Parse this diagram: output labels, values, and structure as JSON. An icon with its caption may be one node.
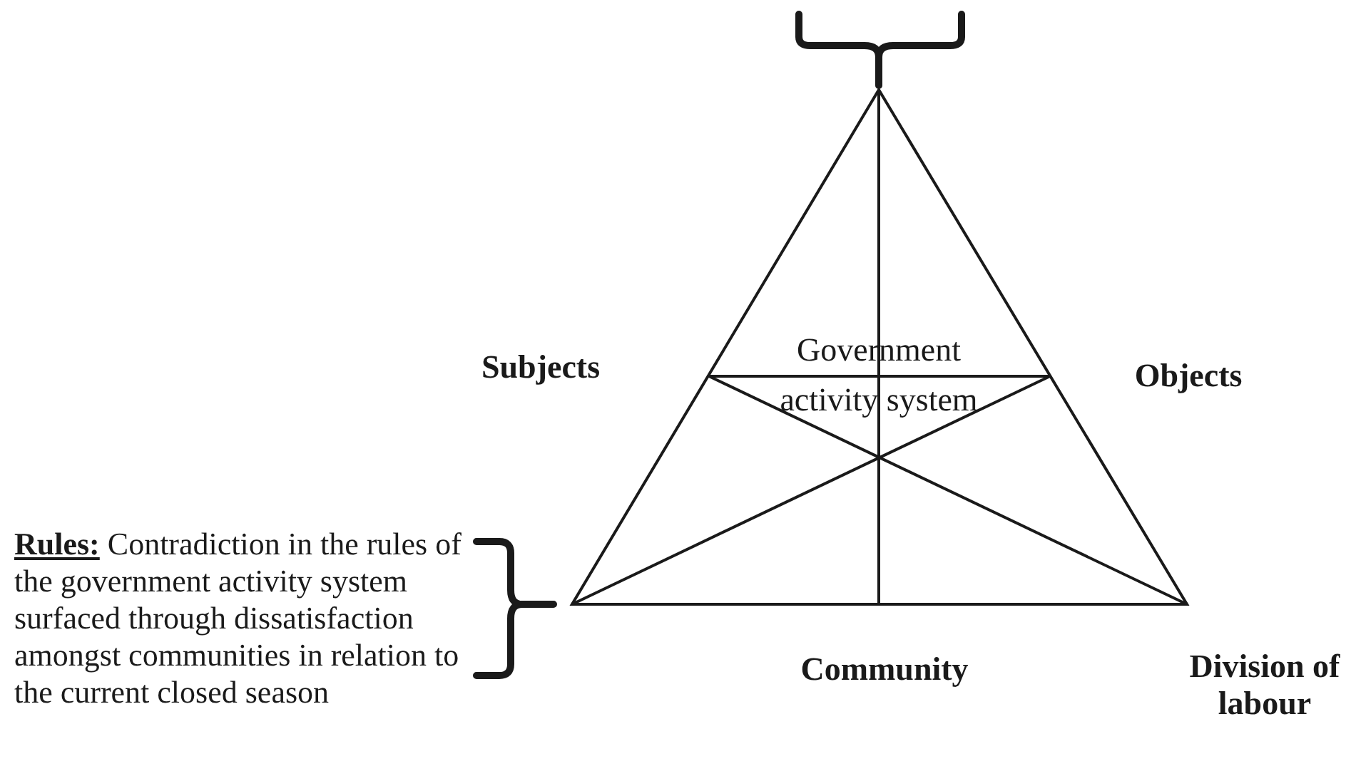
{
  "diagram": {
    "labels": [
      "Subjects",
      "Government activity system",
      "Objects",
      "**Rules:**  Contradiction in the rules of the government activity system surfaced through dissatisfaction amongst communities in relation to the current closed season",
      "Community",
      "Division of labour"
    ]
  }
}
